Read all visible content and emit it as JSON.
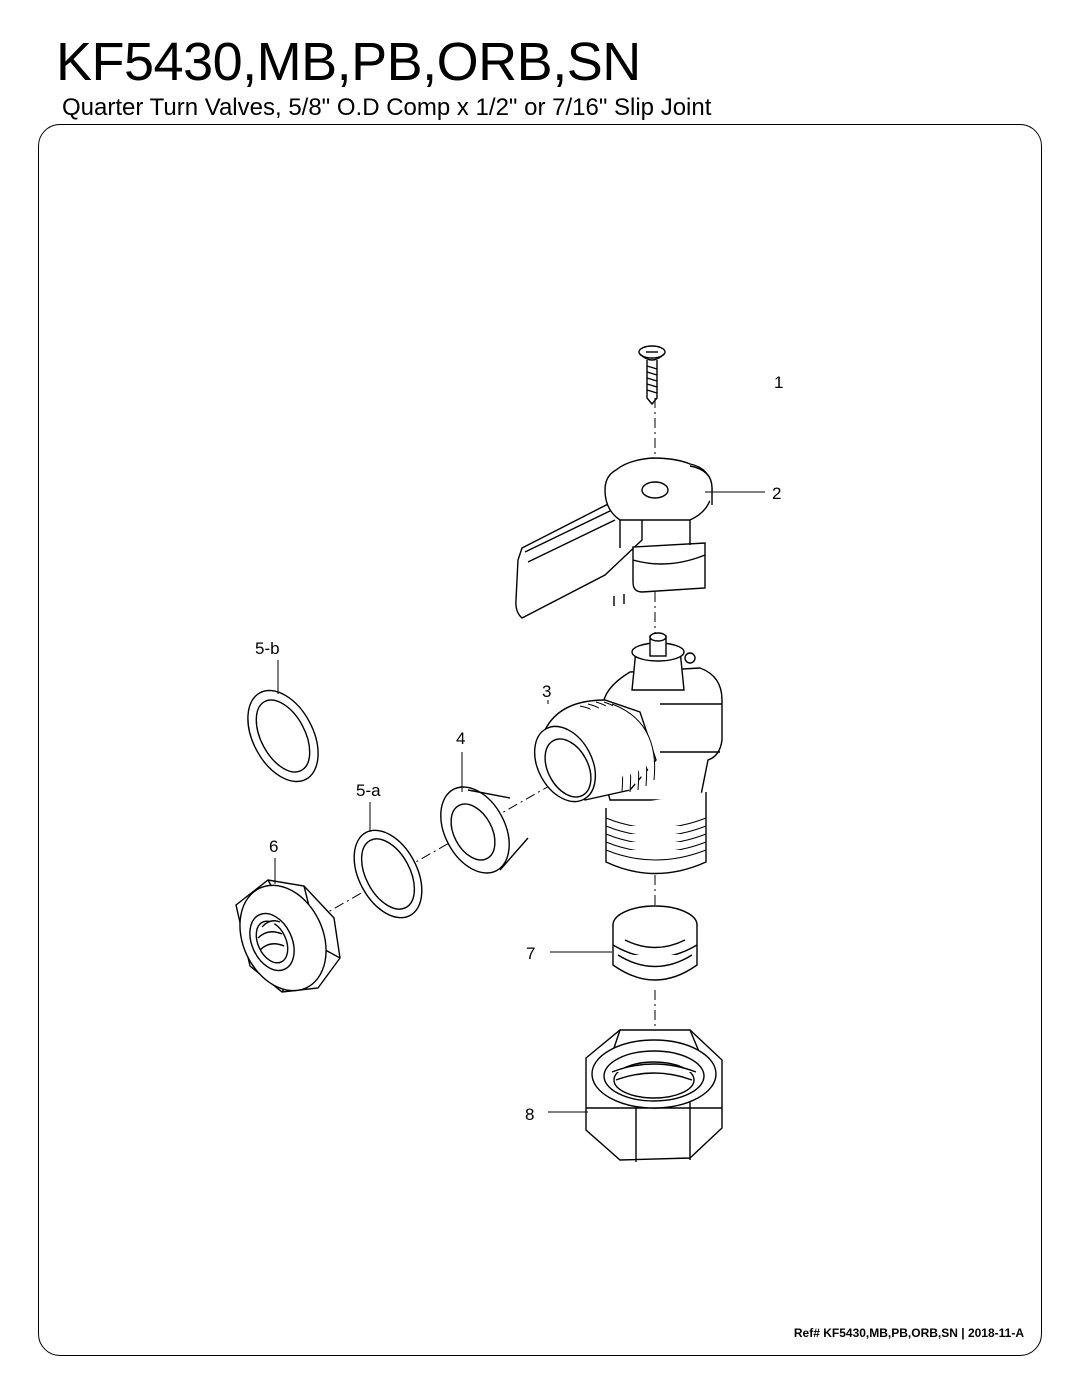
{
  "header": {
    "title": "KF5430,MB,PB,ORB,SN",
    "subtitle": "Quarter Turn Valves, 5/8\" O.D Comp x 1/2\" or 7/16\" Slip Joint"
  },
  "callouts": {
    "c1": "1",
    "c2": "2",
    "c3": "3",
    "c4": "4",
    "c5a": "5-a",
    "c5b": "5-b",
    "c6": "6",
    "c7": "7",
    "c8": "8"
  },
  "footer": {
    "ref": "Ref# KF5430,MB,PB,ORB,SN | 2018-11-A"
  }
}
